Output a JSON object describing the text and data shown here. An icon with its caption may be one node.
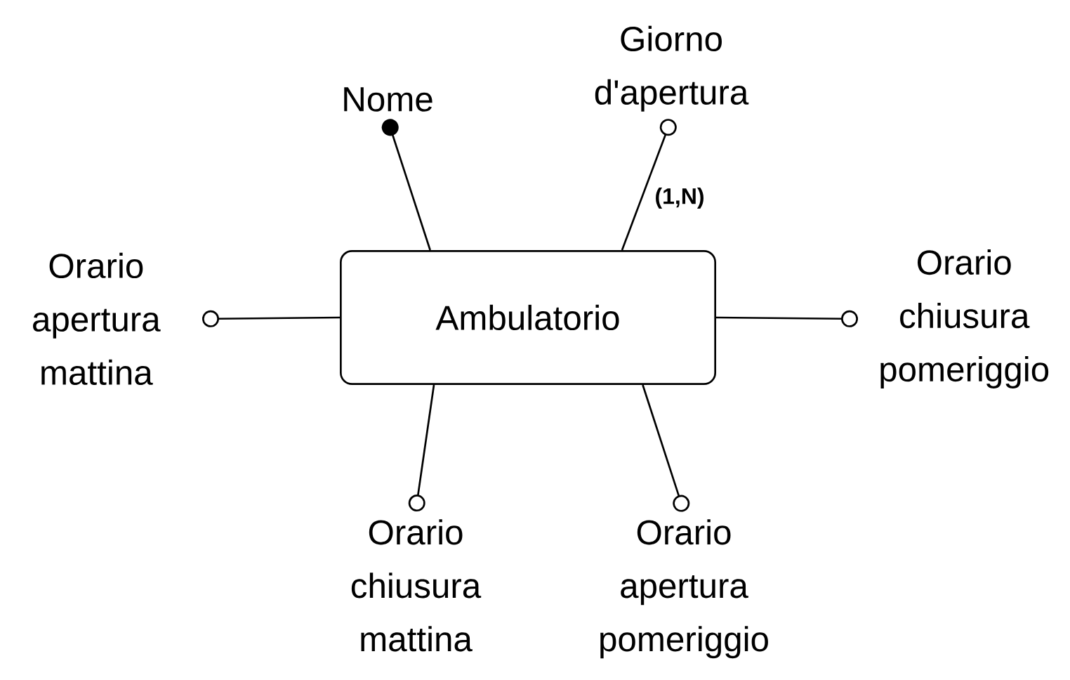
{
  "diagram": {
    "nodes": [
      {
        "text": [
          "Ambulatorio"
        ]
      },
      {
        "text": [
          "Nome"
        ]
      },
      {
        "text": [
          "Giorno d'apertura"
        ]
      },
      {
        "text": [
          "Orario apertura mattina"
        ]
      },
      {
        "text": [
          "Orario chiusura pomeriggio"
        ]
      },
      {
        "text": [
          "Orario chiusura mattina"
        ]
      },
      {
        "text": [
          "Orario apertura pomeriggio"
        ]
      }
    ],
    "edges": [
      {
        "from": 0,
        "to": 1,
        "arrow": "other"
      },
      {
        "from": 0,
        "to": 2,
        "arrow": "other",
        "label": "(1,N)"
      },
      {
        "from": 0,
        "to": 3,
        "arrow": "other"
      },
      {
        "from": 0,
        "to": 4,
        "arrow": "other"
      },
      {
        "from": 0,
        "to": 5,
        "arrow": "other"
      },
      {
        "from": 0,
        "to": 6,
        "arrow": "other"
      }
    ]
  }
}
